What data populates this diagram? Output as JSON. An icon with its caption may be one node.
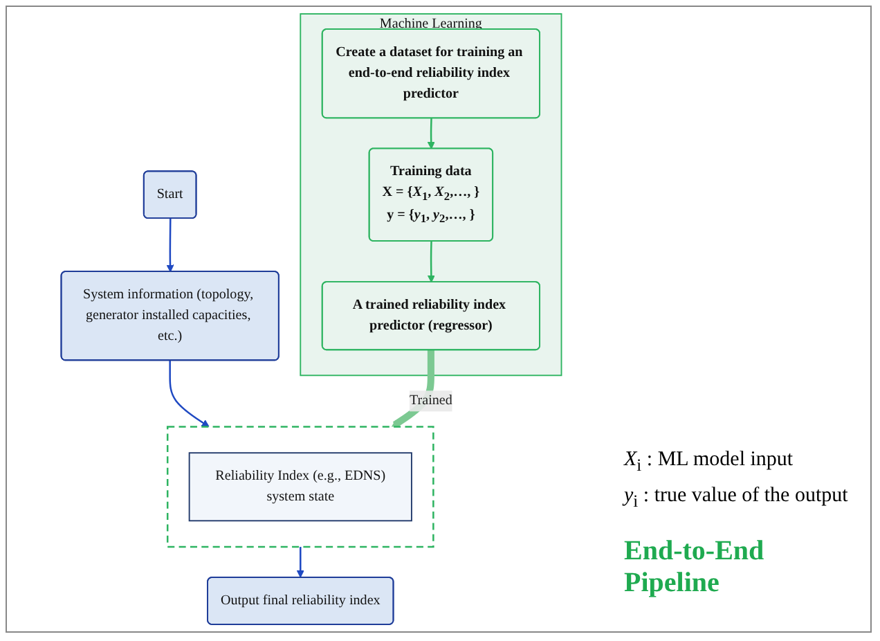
{
  "diagram": {
    "nodes": [
      {
        "text": [
          "Start"
        ]
      },
      {
        "text": [
          "System information (topology, generator installed capacities, etc.)"
        ]
      },
      {
        "text": [],
        "shape": "box"
      },
      {
        "text": [
          "Reliability Index (e.g., EDNS)",
          "system state"
        ],
        "in": 2
      },
      {
        "text": [
          "Output final reliability index"
        ]
      },
      {
        "text": [
          "Machine Learning"
        ]
      },
      {
        "text": [
          "Create a dataset for training an end-to-end reliability index predictor"
        ],
        "in": 5
      },
      {
        "text": [
          "Training data",
          "**X** = {*X*$_{1}$, *X*$_{2}$,…, }",
          "**y** = {*y*$_{1}$, *y*$_{2}$,…, }"
        ],
        "in": 5
      },
      {
        "text": [
          "A trained reliability index predictor (regressor)"
        ],
        "in": 5
      }
    ],
    "edges": [
      {
        "from": 0,
        "to": 1,
        "arrow": "to"
      },
      {
        "from": 1,
        "to": 2,
        "arrow": "to"
      },
      {
        "from": 2,
        "to": 4,
        "arrow": "to"
      },
      {
        "from": 6,
        "to": 7,
        "arrow": "to",
        "color": "#2eb461"
      },
      {
        "from": 7,
        "to": 8,
        "arrow": "to",
        "color": "#2eb461"
      },
      {
        "from": 8,
        "to": 2,
        "arrow": "to",
        "label": "Trained",
        "style": "thick",
        "color": "#7cc992"
      }
    ],
    "labels": [
      "*X*$_{i}$ : ML model input",
      "*y*$_{i}$ : true value of the output",
      "End-to-End Pipeline"
    ]
  }
}
